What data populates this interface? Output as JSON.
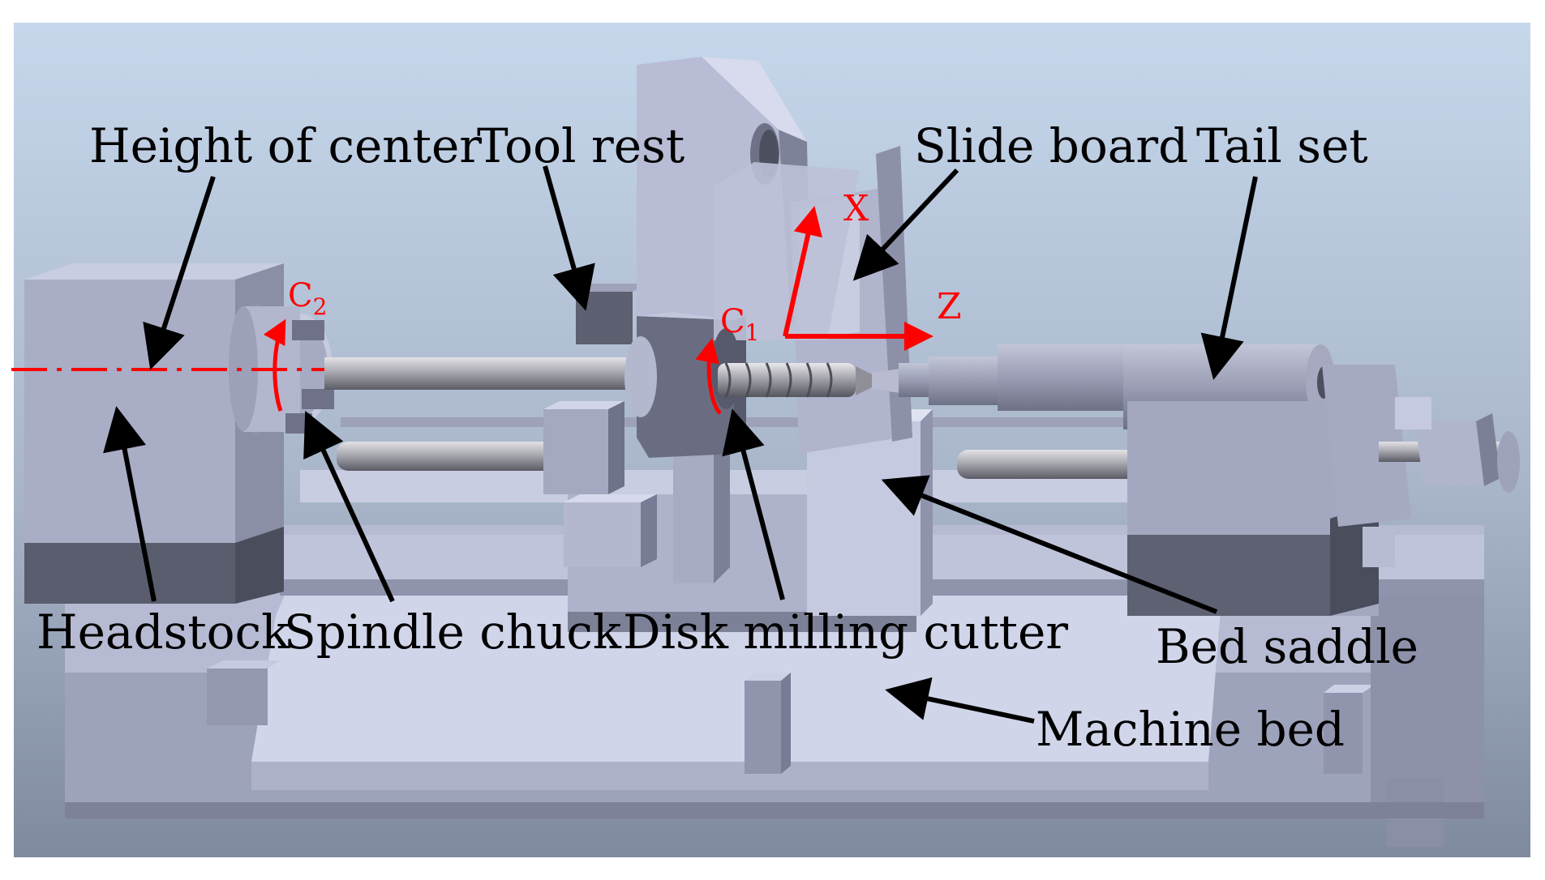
{
  "labels": {
    "height_of_center": "Height of center",
    "tool_rest": "Tool rest",
    "slide_board": "Slide board",
    "tail_set": "Tail set",
    "headstock": "Headstock",
    "spindle_chuck": "Spindle chuck",
    "disk_milling_cutter": "Disk milling cutter",
    "bed_saddle": "Bed saddle",
    "machine_bed": "Machine bed"
  },
  "axes": {
    "x": "X",
    "z": "Z",
    "c1_letter": "C",
    "c1_sub": "1",
    "c2_letter": "C",
    "c2_sub": "2"
  },
  "colors": {
    "annotation": "#ff0000",
    "arrow": "#000000",
    "background_top": "#c5d6ea",
    "background_bottom": "#8a95a8",
    "metal_light": "#c8cde3",
    "metal_mid": "#a3a8c2",
    "metal_dark": "#5d6070"
  }
}
